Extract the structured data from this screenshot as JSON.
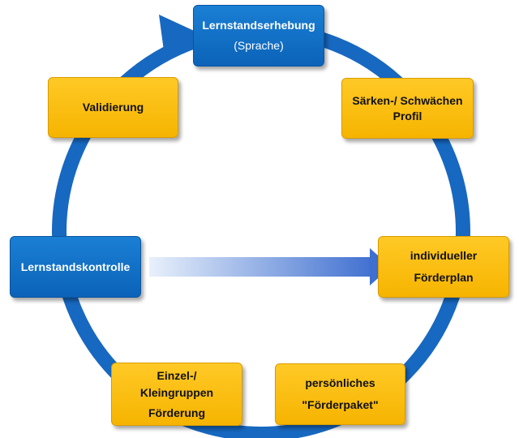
{
  "colors": {
    "ring": "#1768c0",
    "box_blue": "#0b6cc3",
    "box_gold": "#fbbe10",
    "inner_arrow_light": "#e8f0fb",
    "inner_arrow_dark": "#3f6fd0"
  },
  "nodes": {
    "lernstandserhebung": {
      "label": "Lernstandserhebung",
      "sub": "(Sprache)"
    },
    "staerken_profil": {
      "line1": "Särken-/ Schwächen",
      "line2": "Profil"
    },
    "foerderplan": {
      "line1": "individueller",
      "line2": "Förderplan"
    },
    "foerderpaket": {
      "line1": "persönliches",
      "line2": "\"Förderpaket\""
    },
    "einzel_foerderung": {
      "line1": "Einzel-/",
      "line2": "Kleingruppen",
      "line3": "Förderung"
    },
    "lernstandskontrolle": {
      "label": "Lernstandskontrolle"
    },
    "validierung": {
      "label": "Validierung"
    }
  }
}
